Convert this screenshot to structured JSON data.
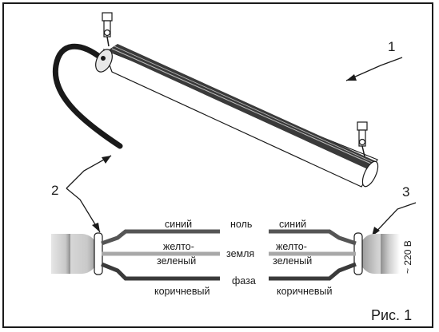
{
  "callouts": {
    "lamp": "1",
    "cable_end": "2",
    "mains_side": "3"
  },
  "wires": {
    "left": {
      "blue": "синий",
      "yg_top": "желто-",
      "yg_bottom": "зеленый",
      "brown": "коричневый"
    },
    "center": {
      "neutral": "ноль",
      "earth": "земля",
      "phase": "фаза"
    },
    "right": {
      "blue": "синий",
      "yg_top": "желто-",
      "yg_bottom": "зеленый",
      "brown": "коричневый"
    }
  },
  "supply_voltage": "~ 220 В",
  "figure_caption": "Рис. 1",
  "colors": {
    "frame": "#1a1a1a",
    "brown_wire": "#3a3a3a",
    "blue_wire": "#555555",
    "yellow_green_wire": "#a8a8a8",
    "cable_sheath": "#cfcfcf"
  }
}
